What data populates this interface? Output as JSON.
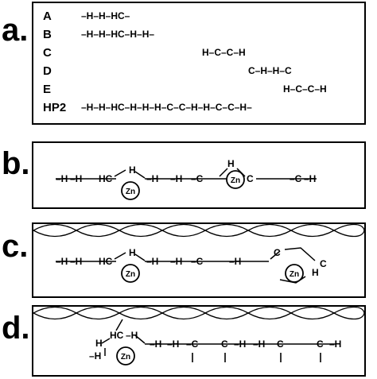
{
  "panels": {
    "a": {
      "label": "a.",
      "rows": [
        {
          "name": "A",
          "sequence": "–H–H–HC–"
        },
        {
          "name": "B",
          "sequence": "–H–H–HC–H–H–"
        },
        {
          "name": "C",
          "sequence": "H–C–C–H"
        },
        {
          "name": "D",
          "sequence": "C–H–H–C"
        },
        {
          "name": "E",
          "sequence": "H–C–C–H"
        },
        {
          "name": "HP2",
          "sequence": "–H–H–HC–H–H–H–C–C–H–H–C–C–H–"
        }
      ]
    },
    "b": {
      "label": "b.",
      "tokens": [
        "–H",
        "–H",
        "HC",
        "H",
        "–H",
        "–H",
        "–C",
        "H",
        "C",
        "–C",
        "–H"
      ],
      "zinc": [
        "Zn",
        "Zn"
      ]
    },
    "c": {
      "label": "c.",
      "tokens": [
        "–H",
        "–H",
        "HC",
        "H",
        "–H",
        "–H",
        "–C",
        "–H",
        "C",
        "H",
        "C"
      ],
      "zinc": [
        "Zn",
        "Zn"
      ]
    },
    "d": {
      "label": "d.",
      "tokens": [
        "H",
        "–H",
        "HC",
        "–H",
        "–H",
        "–H",
        "–C",
        "C",
        "–H",
        "–H",
        "C",
        "C",
        "–H"
      ],
      "zinc": [
        "Zn"
      ]
    }
  }
}
